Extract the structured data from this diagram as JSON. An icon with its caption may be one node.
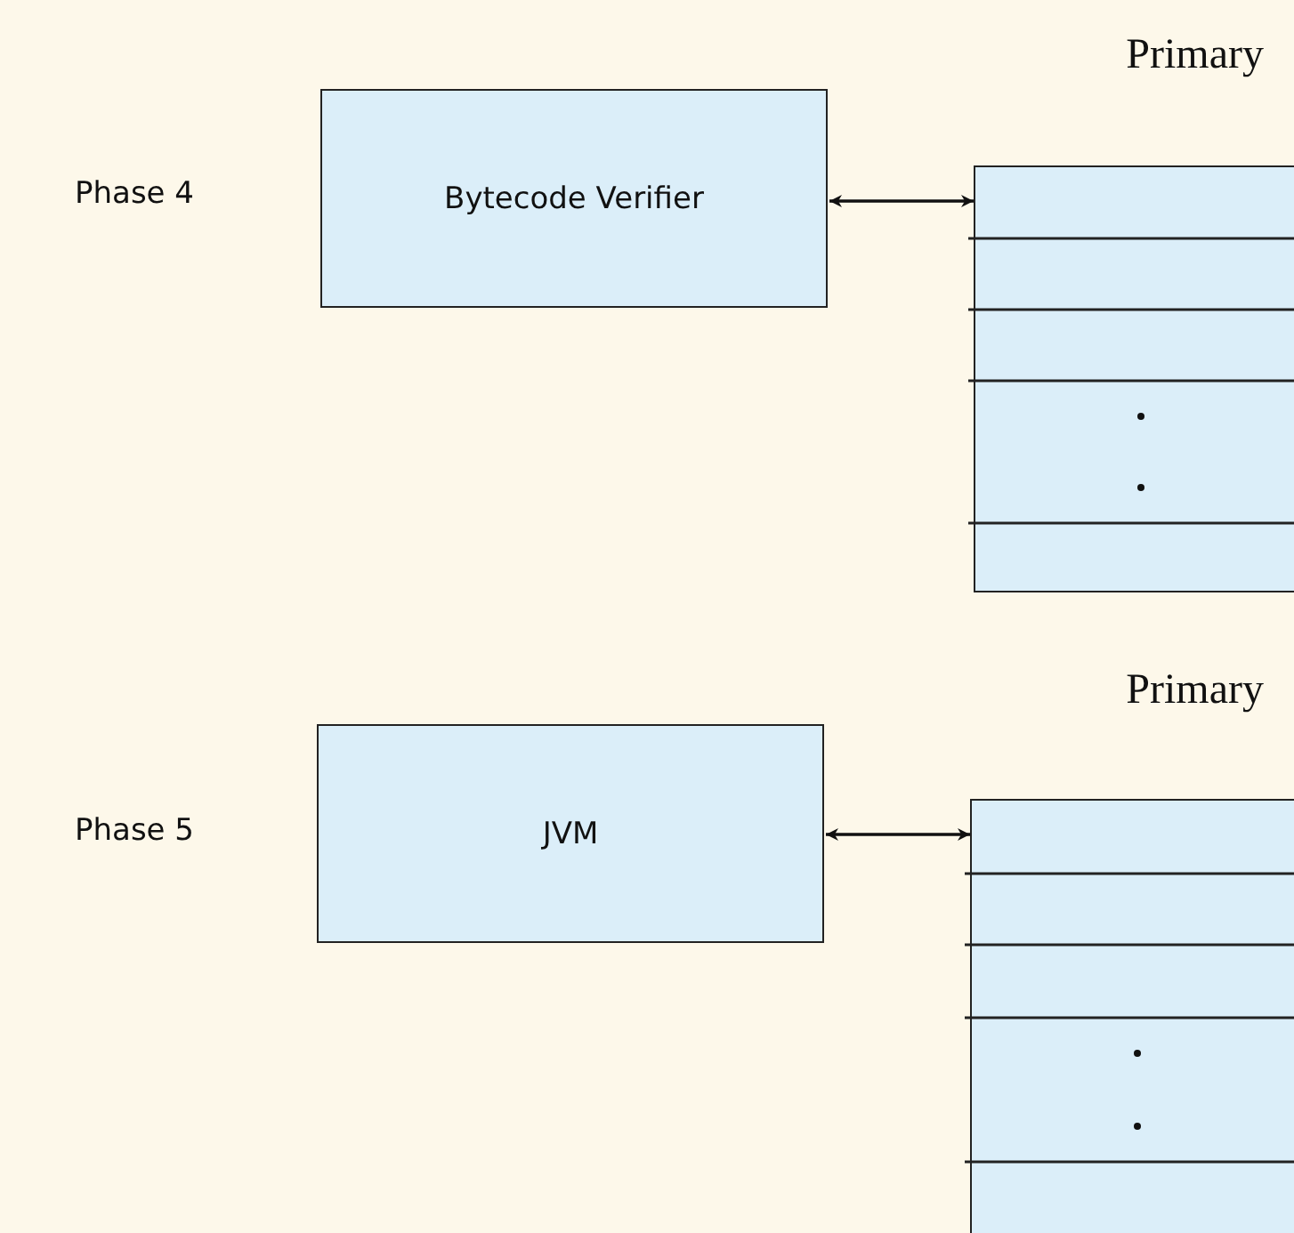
{
  "diagram": {
    "nodes": [
      {
        "text": [
          "Bytecode Verifier"
        ]
      },
      {
        "text": [
          "Primary"
        ]
      },
      {
        "text": [
          "JVM"
        ]
      },
      {
        "text": [
          "Primary"
        ]
      }
    ],
    "edges": [
      {
        "from": 0,
        "to": 1,
        "arrow": "both"
      },
      {
        "from": 2,
        "to": 3,
        "arrow": "both"
      }
    ],
    "labels": [
      "Phase 4",
      "Phase 5"
    ]
  }
}
